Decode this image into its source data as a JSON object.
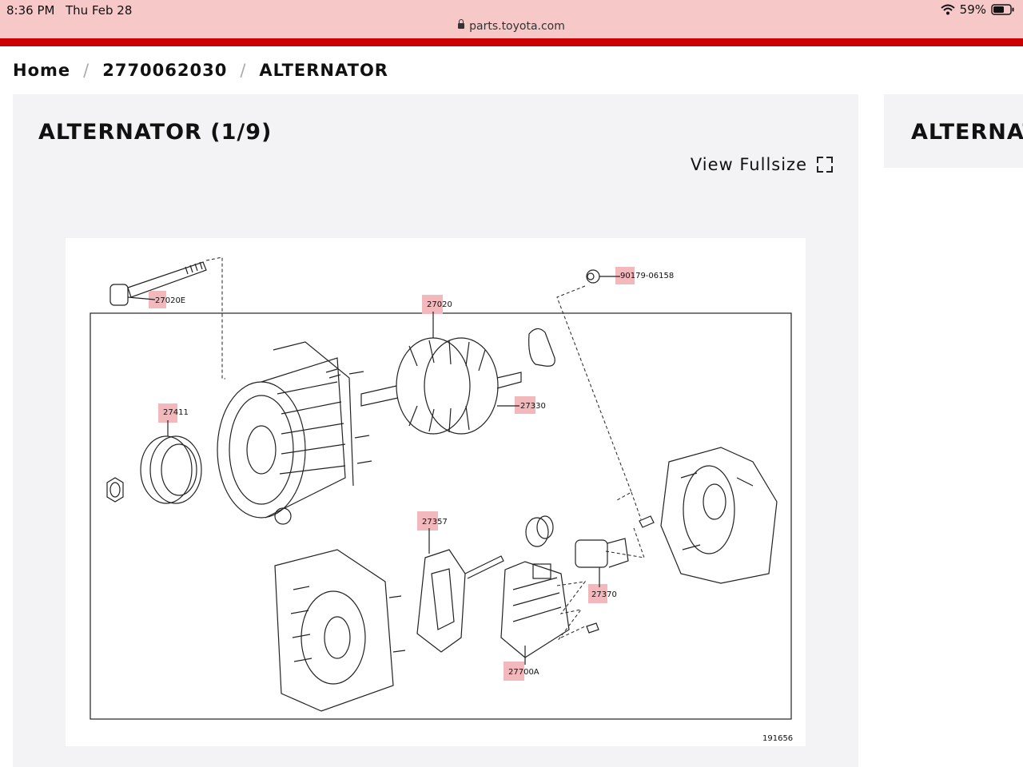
{
  "status_bar": {
    "time": "8:36 PM",
    "date": "Thu Feb 28",
    "battery": "59%",
    "url": "parts.toyota.com"
  },
  "breadcrumb": [
    "Home",
    "2770062030",
    "ALTERNATOR"
  ],
  "panel": {
    "title": "ALTERNATOR (1/9)",
    "fullsize_label": "View Fullsize"
  },
  "side_panel": {
    "title": "ALTERNATOR"
  },
  "diagram": {
    "callouts": [
      "27020E",
      "27020",
      "90179-06158",
      "27411",
      "27330",
      "27357",
      "27370",
      "27700A"
    ],
    "figure_number": "191656"
  },
  "colors": {
    "status_bar": "#f6c8c8",
    "brand_red": "#cc0000",
    "highlight": "#f2b8bc",
    "panel": "#f3f3f5"
  }
}
